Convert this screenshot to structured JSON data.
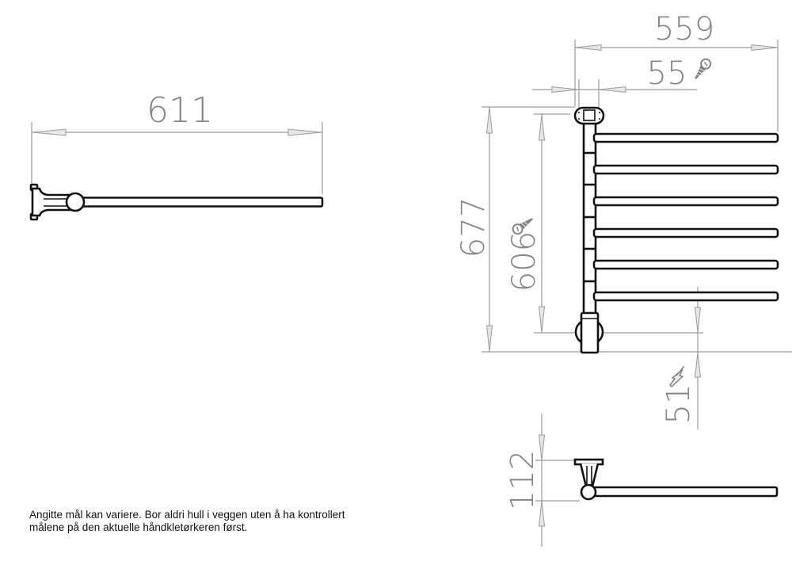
{
  "drawing": {
    "top_view": {
      "width_label": "611"
    },
    "front_view": {
      "width_label": "559",
      "screw_offset_label": "55",
      "total_height_label": "677",
      "screw_height_label": "606",
      "bottom_offset_label": "51",
      "bar_count": 6
    },
    "side_view": {
      "depth_label": "112"
    },
    "icons": [
      "screw-icon",
      "screw-icon",
      "lightning-icon"
    ],
    "colors": {
      "dimension": "#858585",
      "part_outline": "#111111",
      "background": "#ffffff"
    }
  },
  "note": {
    "line1": "Angitte mål kan variere. Bor aldri hull i veggen uten å ha kontrollert",
    "line2": "målene på den aktuelle håndkletørkeren først."
  }
}
